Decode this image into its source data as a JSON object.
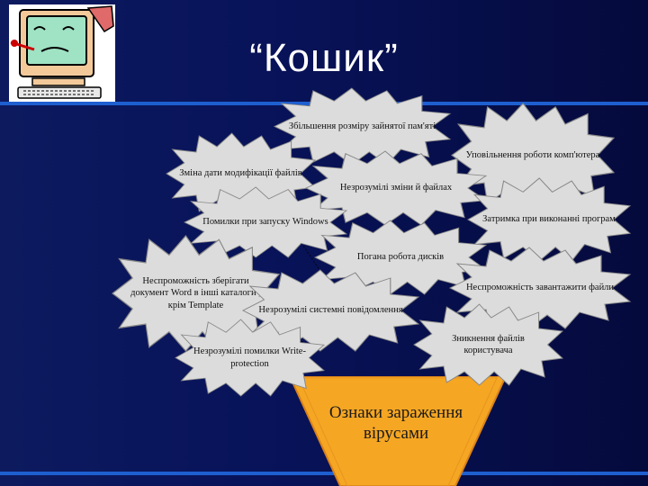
{
  "title": "“Кошик”",
  "center": "Ознаки зараження вірусами",
  "bursts": [
    "Збільшення розміру зайнятої пам'яті",
    "Уповільнення роботи комп'ютера",
    "Зміна дати модифікації файлів",
    "Незрозумілі зміни й файлах",
    "Затримка при виконанні програм",
    "Помилки при запуску Windows",
    "Погана робота дисків",
    "Неспроможність зберігати документ Word в інші каталоги , крім Template",
    "Неспроможність завантажити файли",
    "Незрозумілі системні повідомлення",
    "Зникнення файлів користувача",
    "Незрозумілі помилки Write-protection"
  ],
  "colors": {
    "background": "#08135a",
    "burst_fill": "#dcdcdc",
    "funnel": "#f5a623",
    "funnel_edge": "#d9821a"
  },
  "icons": {
    "mascot": "sick-computer-icon"
  }
}
